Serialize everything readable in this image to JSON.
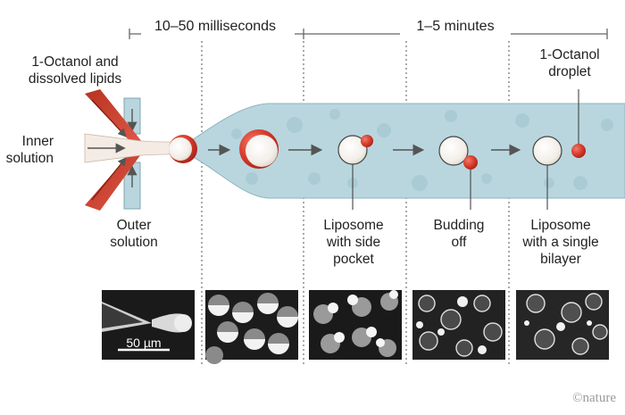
{
  "timeline": {
    "phase1": "10–50 milliseconds",
    "phase2": "1–5 minutes"
  },
  "labels": {
    "lipids_line1": "1-Octanol and",
    "lipids_line2": "dissolved lipids",
    "inner_line1": "Inner",
    "inner_line2": "solution",
    "outer_line1": "Outer",
    "outer_line2": "solution",
    "octanol_line1": "1-Octanol",
    "octanol_line2": "droplet",
    "side_line1": "Liposome",
    "side_line2": "with side",
    "side_line3": "pocket",
    "budding_line1": "Budding",
    "budding_line2": "off",
    "single_line1": "Liposome",
    "single_line2": "with a single",
    "single_line3": "bilayer"
  },
  "micrographs": {
    "scale_bar": "50 µm"
  },
  "credit": "©nature",
  "colors": {
    "channel": "#b9d6de",
    "octanol": "#d63a2a",
    "liposome": "#f3efe9",
    "lipid_stream": "#c43a28",
    "arrow": "#555555",
    "divider": "#555555"
  }
}
